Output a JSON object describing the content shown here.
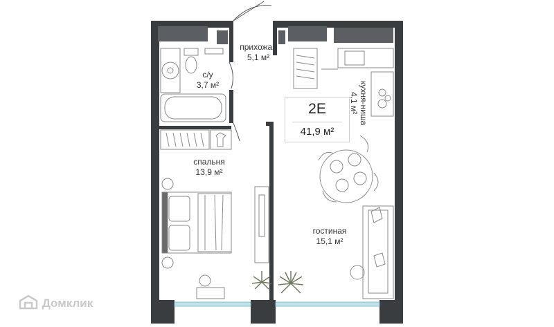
{
  "apartment": {
    "type_label": "2E",
    "total_area": "41,9 м²"
  },
  "rooms": {
    "hallway": {
      "name": "прихожая",
      "area": "5,1 м²"
    },
    "bathroom": {
      "name": "с/у",
      "area": "3,7 м²"
    },
    "kitchen": {
      "name": "кухня-ниша",
      "area": "4,1 м²"
    },
    "bedroom": {
      "name": "спальня",
      "area": "13,9 м²"
    },
    "living": {
      "name": "гостиная",
      "area": "15,1 м²"
    }
  },
  "watermark": {
    "text": "Домклик",
    "icon": "house-icon"
  },
  "colors": {
    "wall": "#3a3d40",
    "window": "#5b5e62",
    "glass": "#bfe3ec",
    "furniture": "#8a8a8a"
  }
}
